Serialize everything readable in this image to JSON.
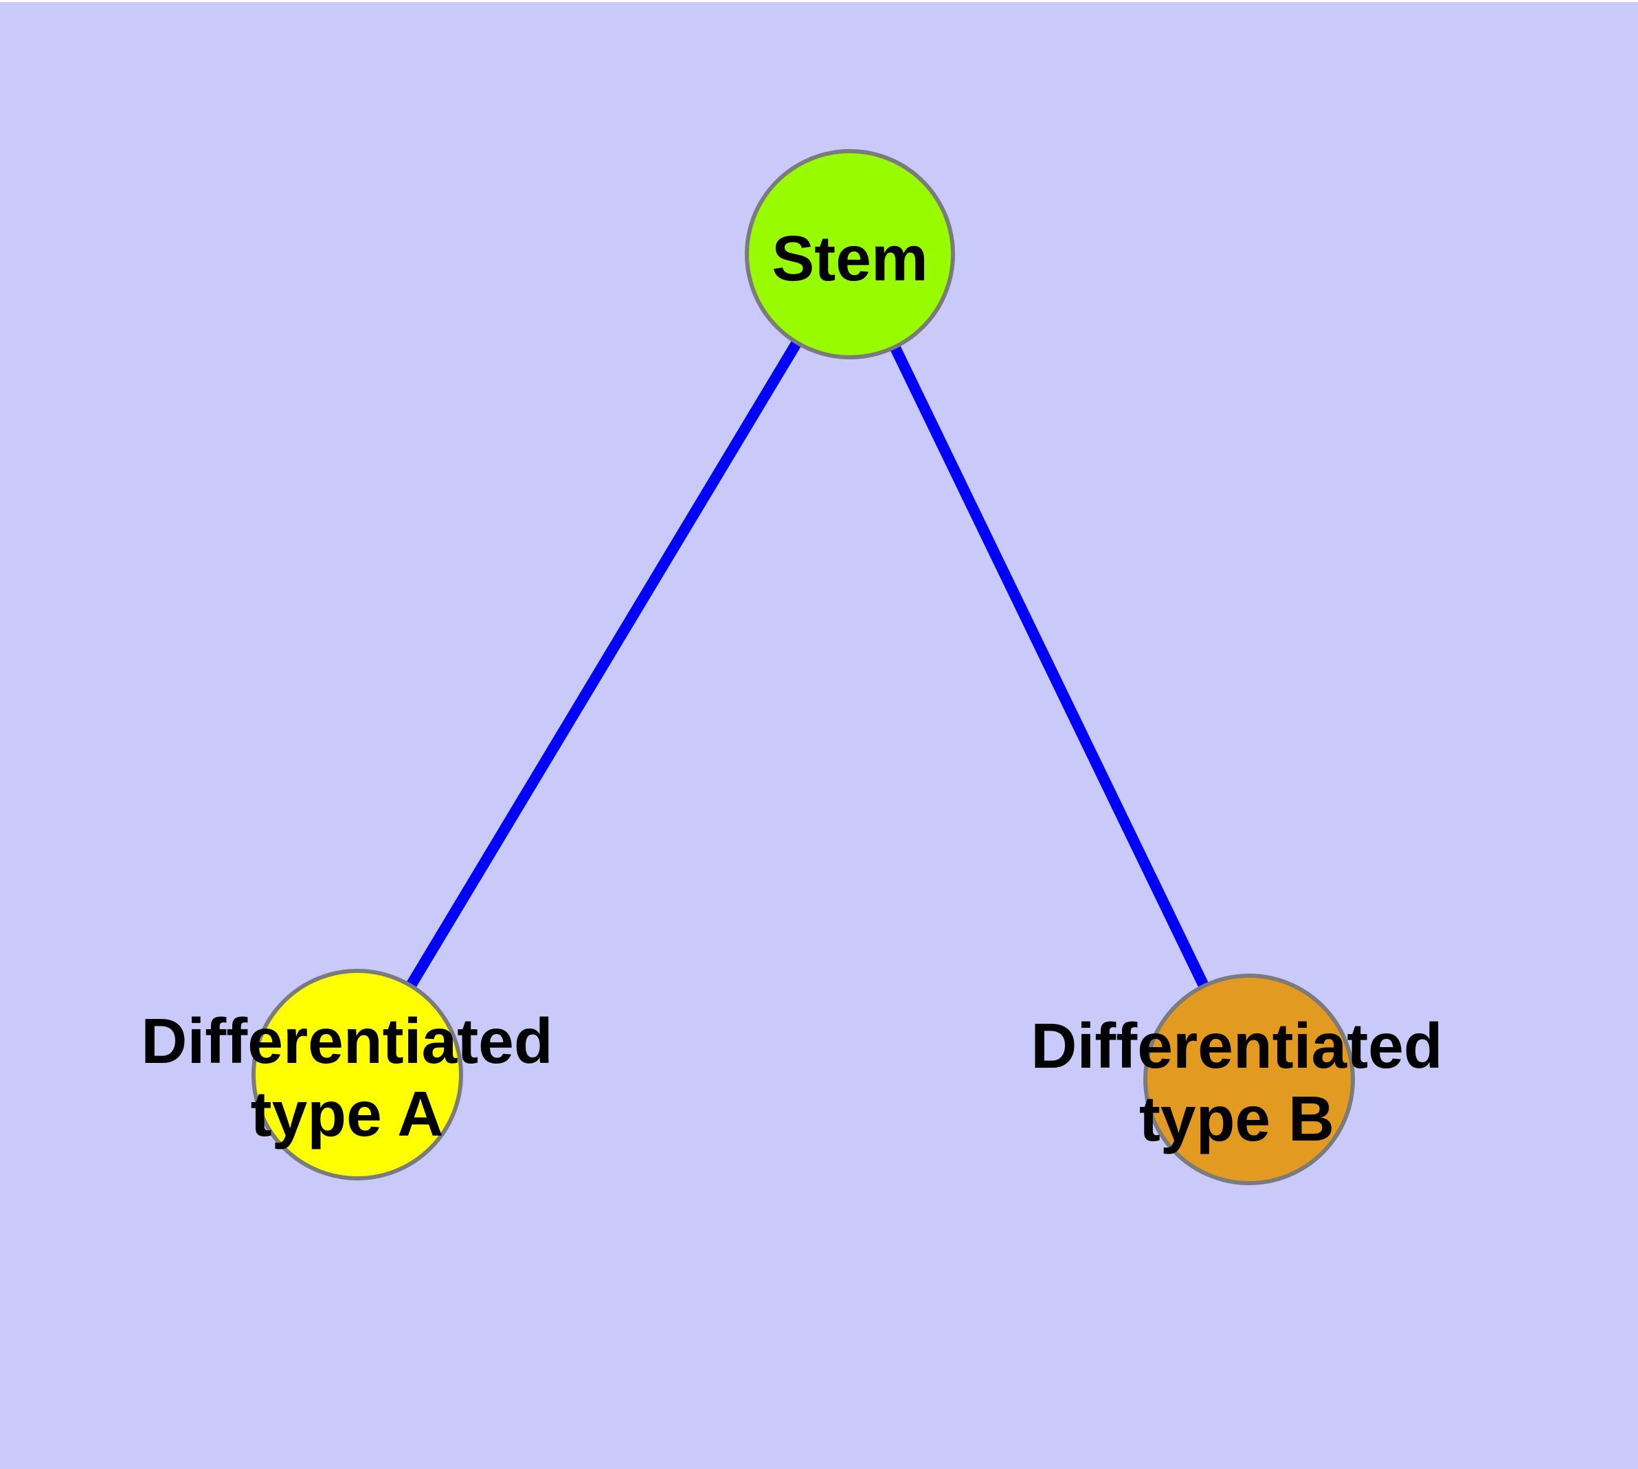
{
  "diagram": {
    "type": "node-link-graph",
    "background_color": "#c9c9fa",
    "margin_color": "#ffffff",
    "edge_color": "#0000ff",
    "node_border_color": "#7b7b7b",
    "text_color": "#000000",
    "nodes": [
      {
        "id": "stem",
        "label": "Stem",
        "fill": "#98fb00"
      },
      {
        "id": "differentiated-type-a",
        "label": "Differentiated type A",
        "label_line1": "Differentiated",
        "label_line2": "type A",
        "fill": "#ffff00"
      },
      {
        "id": "differentiated-type-b",
        "label": "Differentiated type B",
        "label_line1": "Differentiated",
        "label_line2": "type B",
        "fill": "#e29a20"
      }
    ],
    "edges": [
      {
        "from": "stem",
        "to": "differentiated-type-a"
      },
      {
        "from": "stem",
        "to": "differentiated-type-b"
      }
    ]
  }
}
